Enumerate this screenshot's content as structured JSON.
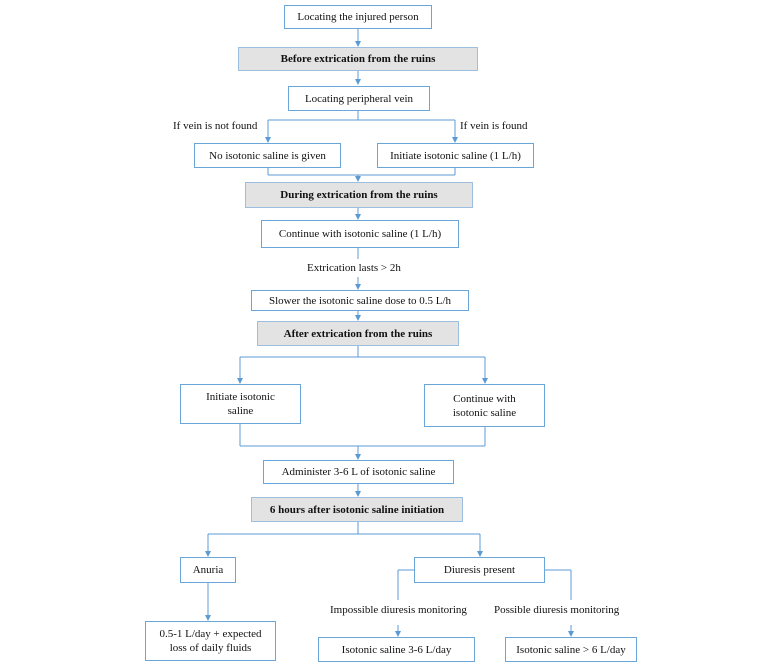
{
  "nodes": {
    "locate_person": "Locating the injured person",
    "before_extrication": "Before extrication from the ruins",
    "locate_vein": "Locating peripheral vein",
    "no_saline": "No isotonic saline is given",
    "initiate_saline_1": "Initiate isotonic saline (1 L/h)",
    "during_extrication": "During extrication from the ruins",
    "continue_saline_1": "Continue with isotonic saline (1 L/h)",
    "slower_dose": "Slower the isotonic saline dose to 0.5 L/h",
    "after_extrication": "After extrication from the ruins",
    "initiate_saline_2": "Initiate isotonic saline",
    "continue_saline_2": "Continue with isotonic saline",
    "administer": "Administer 3-6 L of isotonic saline",
    "six_hours": "6 hours after isotonic saline initiation",
    "anuria": "Anuria",
    "diuresis_present": "Diuresis present",
    "anuria_fluids": "0.5-1 L/day + expected loss of daily fluids",
    "saline_3_6": "Isotonic saline 3-6 L/day",
    "saline_gt6": "Isotonic saline > 6 L/day"
  },
  "labels": {
    "vein_not_found": "If vein is not found",
    "vein_found": "If vein is found",
    "extrication_lasts": "Extrication lasts  > 2h",
    "impossible_monitoring": "Impossible diuresis monitoring",
    "possible_monitoring": "Possible diuresis monitoring"
  },
  "colors": {
    "line": "#5b9bd5",
    "box_border": "#6aa6d9",
    "phase_fill": "#e3e3e3"
  }
}
